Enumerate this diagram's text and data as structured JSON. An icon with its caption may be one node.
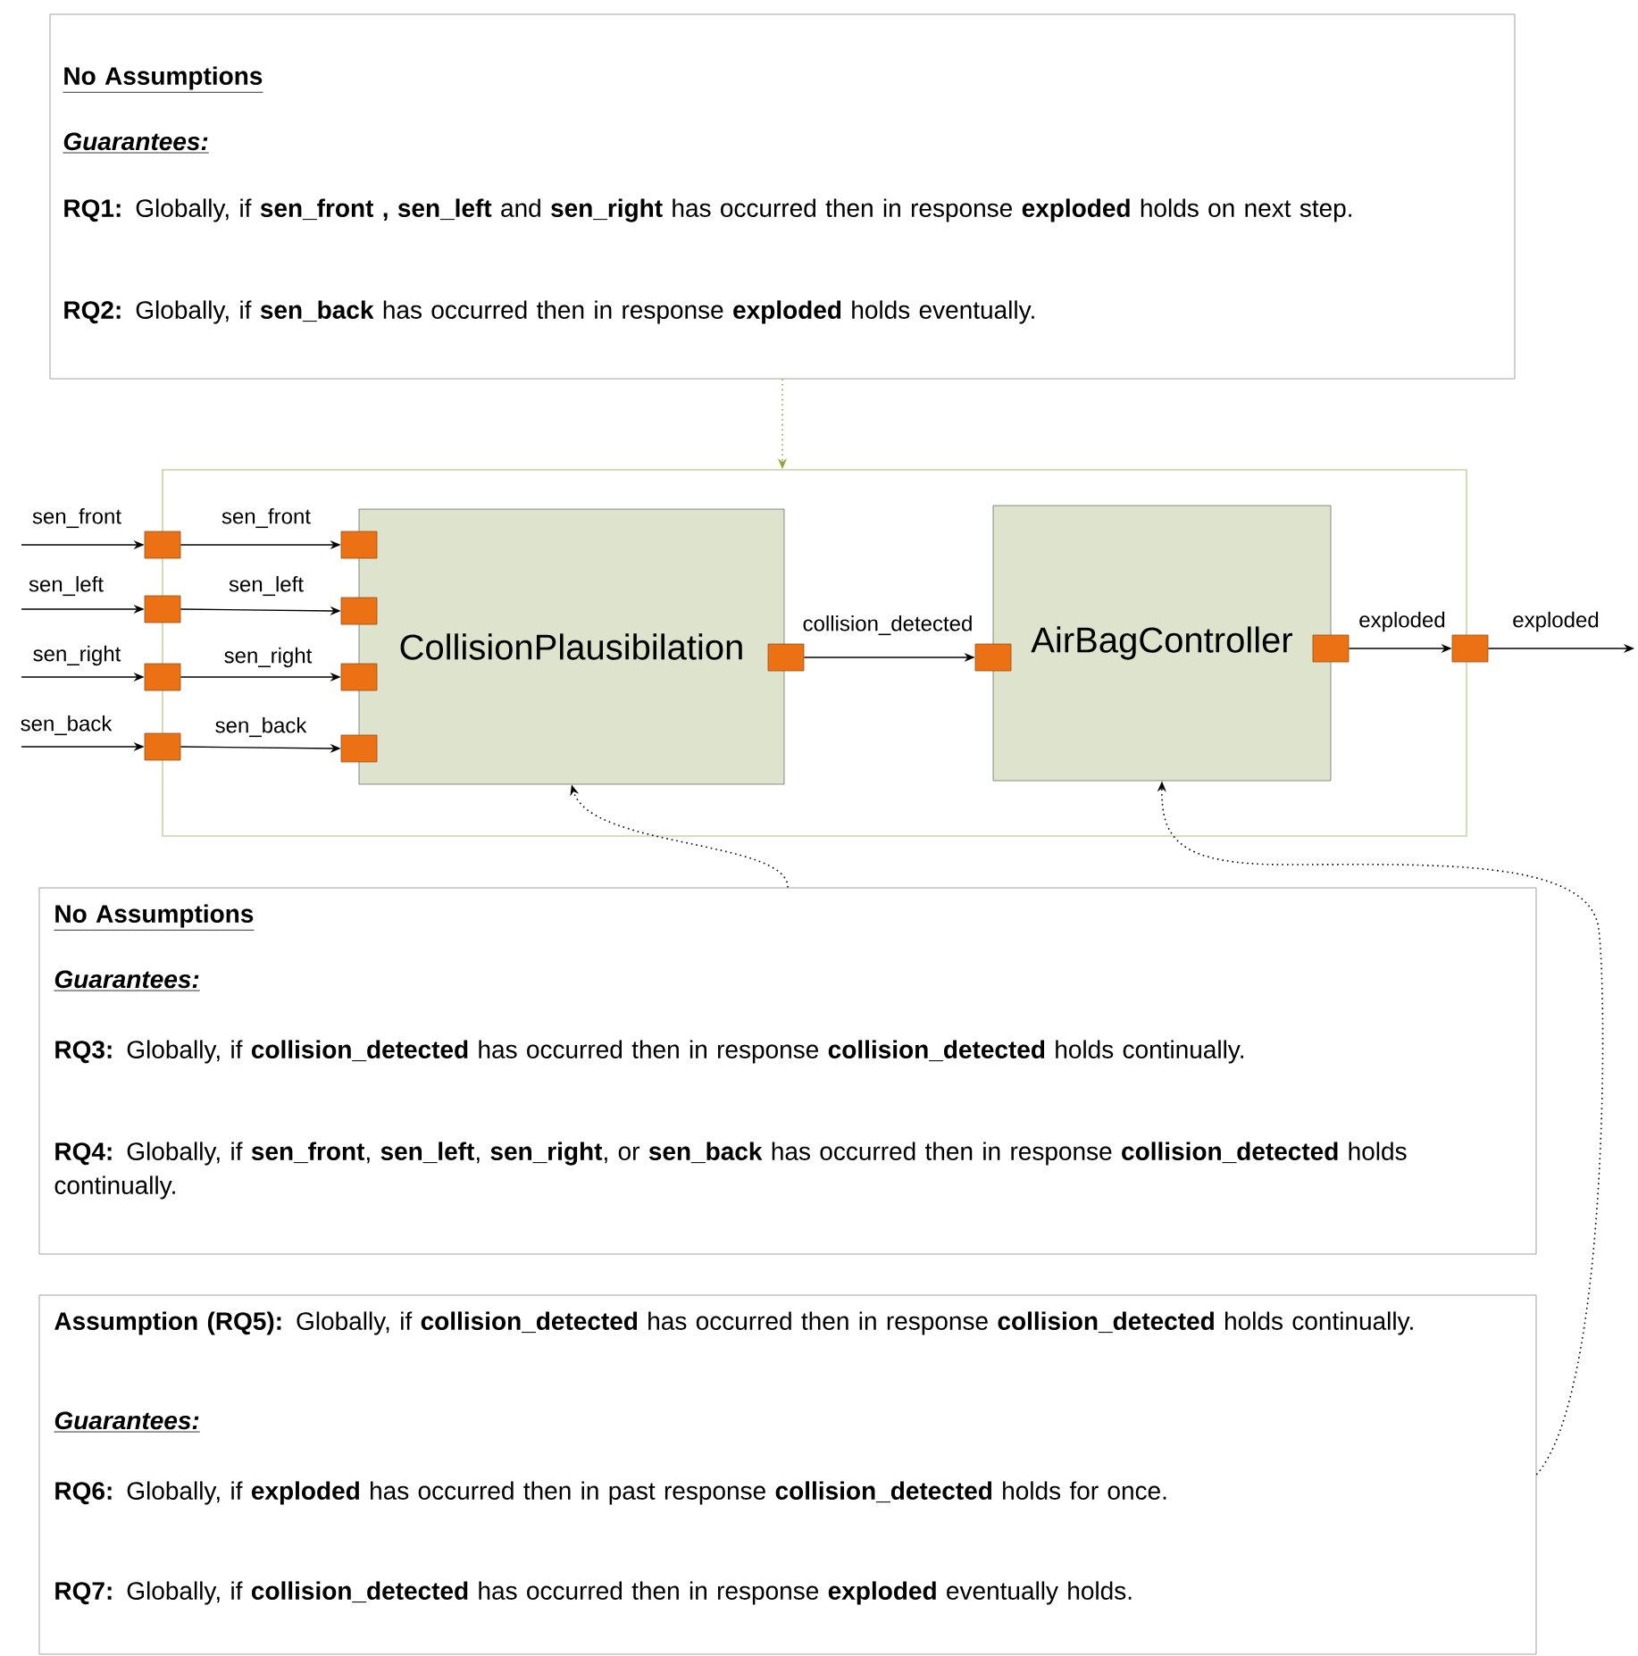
{
  "diagram": {
    "nodes": [
      {
        "text": [
          "No Assumptions",
          "Guarantees:",
          "**RQ1:** Globally, if **sen_front ,** **sen_left** and **sen_right** has occurred then in response **exploded** holds on next step.",
          "**RQ2:** Globally, if **sen_back** has occurred then in response **exploded** holds eventually."
        ]
      },
      {
        "text": [],
        "shape": "box"
      },
      {
        "text": [
          "CollisionPlausibilation"
        ],
        "in": 1
      },
      {
        "text": [
          "AirBagController"
        ],
        "in": 1
      },
      {
        "text": [],
        "shape": "box"
      },
      {
        "text": [],
        "shape": "box"
      },
      {
        "text": [],
        "shape": "box"
      },
      {
        "text": [],
        "shape": "box"
      },
      {
        "text": [],
        "shape": "box",
        "in": 1
      },
      {
        "text": [],
        "shape": "box",
        "in": 1
      },
      {
        "text": [],
        "shape": "box",
        "in": 1
      },
      {
        "text": [],
        "shape": "box",
        "in": 1
      },
      {
        "text": [],
        "shape": "box",
        "in": 1
      },
      {
        "text": [],
        "shape": "box",
        "in": 1
      },
      {
        "text": [],
        "shape": "box",
        "in": 1
      },
      {
        "text": [],
        "shape": "box"
      },
      {
        "text": [
          "No Assumptions",
          "Guarantees:",
          "**RQ3:** Globally, if **collision_detected** has occurred then in response **collision_detected** holds continually.",
          "**RQ4:** Globally, if **sen_front**, **sen_left**, **sen_right**, or **sen_back** has occurred then in response **collision_detected** holds continually."
        ]
      },
      {
        "text": [
          "**Assumption (RQ5):** Globally, if **collision_detected** has occurred then in response **collision_detected** holds continually.",
          "Guarantees:",
          "**RQ6:** Globally, if **exploded** has occurred then in past response **collision_detected** holds for once.",
          "**RQ7:** Globally, if **collision_detected** has occurred then in response **exploded** eventually holds."
        ]
      }
    ],
    "edges": [
      {
        "from": null,
        "to": 4,
        "arrow": "to",
        "label": "sen_front"
      },
      {
        "from": 4,
        "to": 8,
        "arrow": "to",
        "label": "sen_front"
      },
      {
        "from": null,
        "to": 5,
        "arrow": "to",
        "label": "sen_left"
      },
      {
        "from": 5,
        "to": 9,
        "arrow": "to",
        "label": "sen_left"
      },
      {
        "from": null,
        "to": 6,
        "arrow": "to",
        "label": "sen_right"
      },
      {
        "from": 6,
        "to": 10,
        "arrow": "to",
        "label": "sen_right"
      },
      {
        "from": null,
        "to": 7,
        "arrow": "to",
        "label": "sen_back"
      },
      {
        "from": 7,
        "to": 11,
        "arrow": "to",
        "label": "sen_back"
      },
      {
        "from": 12,
        "to": 13,
        "arrow": "to",
        "label": "collision_detected"
      },
      {
        "from": 14,
        "to": 15,
        "arrow": "to",
        "label": "exploded"
      },
      {
        "from": 15,
        "to": null,
        "arrow": "to",
        "label": "exploded"
      },
      {
        "from": 0,
        "to": 1,
        "arrow": "to",
        "style": "dashed",
        "color": "#8aa832"
      },
      {
        "from": 16,
        "to": 2,
        "arrow": "to",
        "style": "dashed"
      },
      {
        "from": 17,
        "to": 3,
        "arrow": "to",
        "style": "dashed"
      }
    ]
  }
}
